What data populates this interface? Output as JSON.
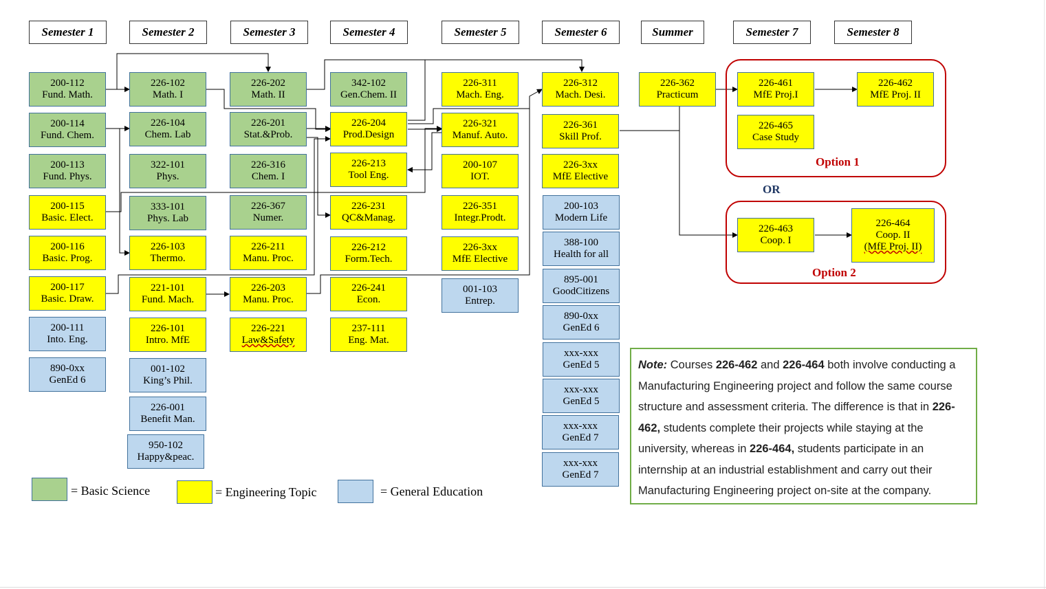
{
  "semesters": {
    "s1": "Semester 1",
    "s2": "Semester 2",
    "s3": "Semester 3",
    "s4": "Semester 4",
    "s5": "Semester 5",
    "s6": "Semester 6",
    "summer": "Summer",
    "s7": "Semester 7",
    "s8": "Semester 8"
  },
  "courses": {
    "c200_112": {
      "code": "200-112",
      "name": "Fund. Math."
    },
    "c200_114": {
      "code": "200-114",
      "name": "Fund. Chem."
    },
    "c200_113": {
      "code": "200-113",
      "name": "Fund. Phys."
    },
    "c200_115": {
      "code": "200-115",
      "name": "Basic. Elect."
    },
    "c200_116": {
      "code": "200-116",
      "name": "Basic. Prog."
    },
    "c200_117": {
      "code": "200-117",
      "name": "Basic. Draw."
    },
    "c200_111": {
      "code": "200-111",
      "name": "Into. Eng."
    },
    "c890_0xx_a": {
      "code": "890-0xx",
      "name": "GenEd 6"
    },
    "c226_102": {
      "code": "226-102",
      "name": "Math. I"
    },
    "c226_104": {
      "code": "226-104",
      "name": "Chem. Lab"
    },
    "c322_101": {
      "code": "322-101",
      "name": "Phys."
    },
    "c333_101": {
      "code": "333-101",
      "name": "Phys. Lab"
    },
    "c226_103": {
      "code": "226-103",
      "name": "Thermo."
    },
    "c221_101": {
      "code": "221-101",
      "name": "Fund. Mach."
    },
    "c226_101": {
      "code": "226-101",
      "name": "Intro. MfE"
    },
    "c001_102": {
      "code": "001-102",
      "name": "King’s Phil."
    },
    "c226_001": {
      "code": "226-001",
      "name": "Benefit Man."
    },
    "c950_102": {
      "code": "950-102",
      "name": "Happy&peac."
    },
    "c226_202": {
      "code": "226-202",
      "name": "Math. II"
    },
    "c226_201": {
      "code": "226-201",
      "name": "Stat.&Prob."
    },
    "c226_316": {
      "code": "226-316",
      "name": "Chem. I"
    },
    "c226_367": {
      "code": "226-367",
      "name": "Numer."
    },
    "c226_211": {
      "code": "226-211",
      "name": "Manu. Proc."
    },
    "c226_203": {
      "code": "226-203",
      "name": "Manu. Proc."
    },
    "c226_221": {
      "code": "226-221",
      "name": "Law&Safety"
    },
    "c342_102": {
      "code": "342-102",
      "name": "Gen.Chem. II"
    },
    "c226_204": {
      "code": "226-204",
      "name": "Prod.Design"
    },
    "c226_213": {
      "code": "226-213",
      "name": "Tool Eng."
    },
    "c226_231": {
      "code": "226-231",
      "name": "QC&Manag."
    },
    "c226_212": {
      "code": "226-212",
      "name": "Form.Tech."
    },
    "c226_241": {
      "code": "226-241",
      "name": "Econ."
    },
    "c237_111": {
      "code": "237-111",
      "name": "Eng. Mat."
    },
    "c226_311": {
      "code": "226-311",
      "name": "Mach. Eng."
    },
    "c226_321": {
      "code": "226-321",
      "name": "Manuf. Auto."
    },
    "c200_107": {
      "code": "200-107",
      "name": "IOT."
    },
    "c226_351": {
      "code": "226-351",
      "name": "Integr.Prodt."
    },
    "c226_3xx_a": {
      "code": "226-3xx",
      "name": "MfE Elective"
    },
    "c001_103": {
      "code": "001-103",
      "name": "Entrep."
    },
    "c226_312": {
      "code": "226-312",
      "name": "Mach. Desi."
    },
    "c226_361": {
      "code": "226-361",
      "name": "Skill Prof."
    },
    "c226_3xx_b": {
      "code": "226-3xx",
      "name": "MfE Elective"
    },
    "c200_103": {
      "code": "200-103",
      "name": "Modern Life"
    },
    "c388_100": {
      "code": "388-100",
      "name": "Health for all"
    },
    "c895_001": {
      "code": "895-001",
      "name": "GoodCitizens"
    },
    "c890_0xx_b": {
      "code": "890-0xx",
      "name": "GenEd 6"
    },
    "cxxx_1": {
      "code": "xxx-xxx",
      "name": "GenEd 5"
    },
    "cxxx_2": {
      "code": "xxx-xxx",
      "name": "GenEd 5"
    },
    "cxxx_3": {
      "code": "xxx-xxx",
      "name": "GenEd 7"
    },
    "cxxx_4": {
      "code": "xxx-xxx",
      "name": "GenEd 7"
    },
    "c226_362": {
      "code": "226-362",
      "name": "Practicum"
    },
    "c226_461": {
      "code": "226-461",
      "name": "MfE Proj.I"
    },
    "c226_465": {
      "code": "226-465",
      "name": "Case Study"
    },
    "c226_462": {
      "code": "226-462",
      "name": "MfE Proj. II"
    },
    "c226_463": {
      "code": "226-463",
      "name": "Coop. I"
    },
    "c226_464": {
      "code": "226-464",
      "name": "Coop. II",
      "extra": "(MfE Proj. II)"
    }
  },
  "options": {
    "option1": "Option 1",
    "or": "OR",
    "option2": "Option 2"
  },
  "legend": {
    "basic": "= Basic Science",
    "engineering": "= Engineering Topic",
    "general": "= General Education"
  },
  "colors": {
    "basic": "#a9d18e",
    "engineering": "#ffff00",
    "general": "#bdd7ee"
  },
  "note": {
    "label": "Note:",
    "t1": "Courses",
    "c1": "226-462",
    "t2": "and",
    "c2": "226-464",
    "t3": "both involve conducting a Manufacturing Engineering project and follow the same course structure and assessment criteria. The difference is that in",
    "c3": "226-462,",
    "t4": "students complete their projects while staying at the university, whereas in",
    "c4": "226-464,",
    "t5": "students participate in an internship at an industrial establishment and carry out their Manufacturing Engineering project on-site at the company."
  }
}
